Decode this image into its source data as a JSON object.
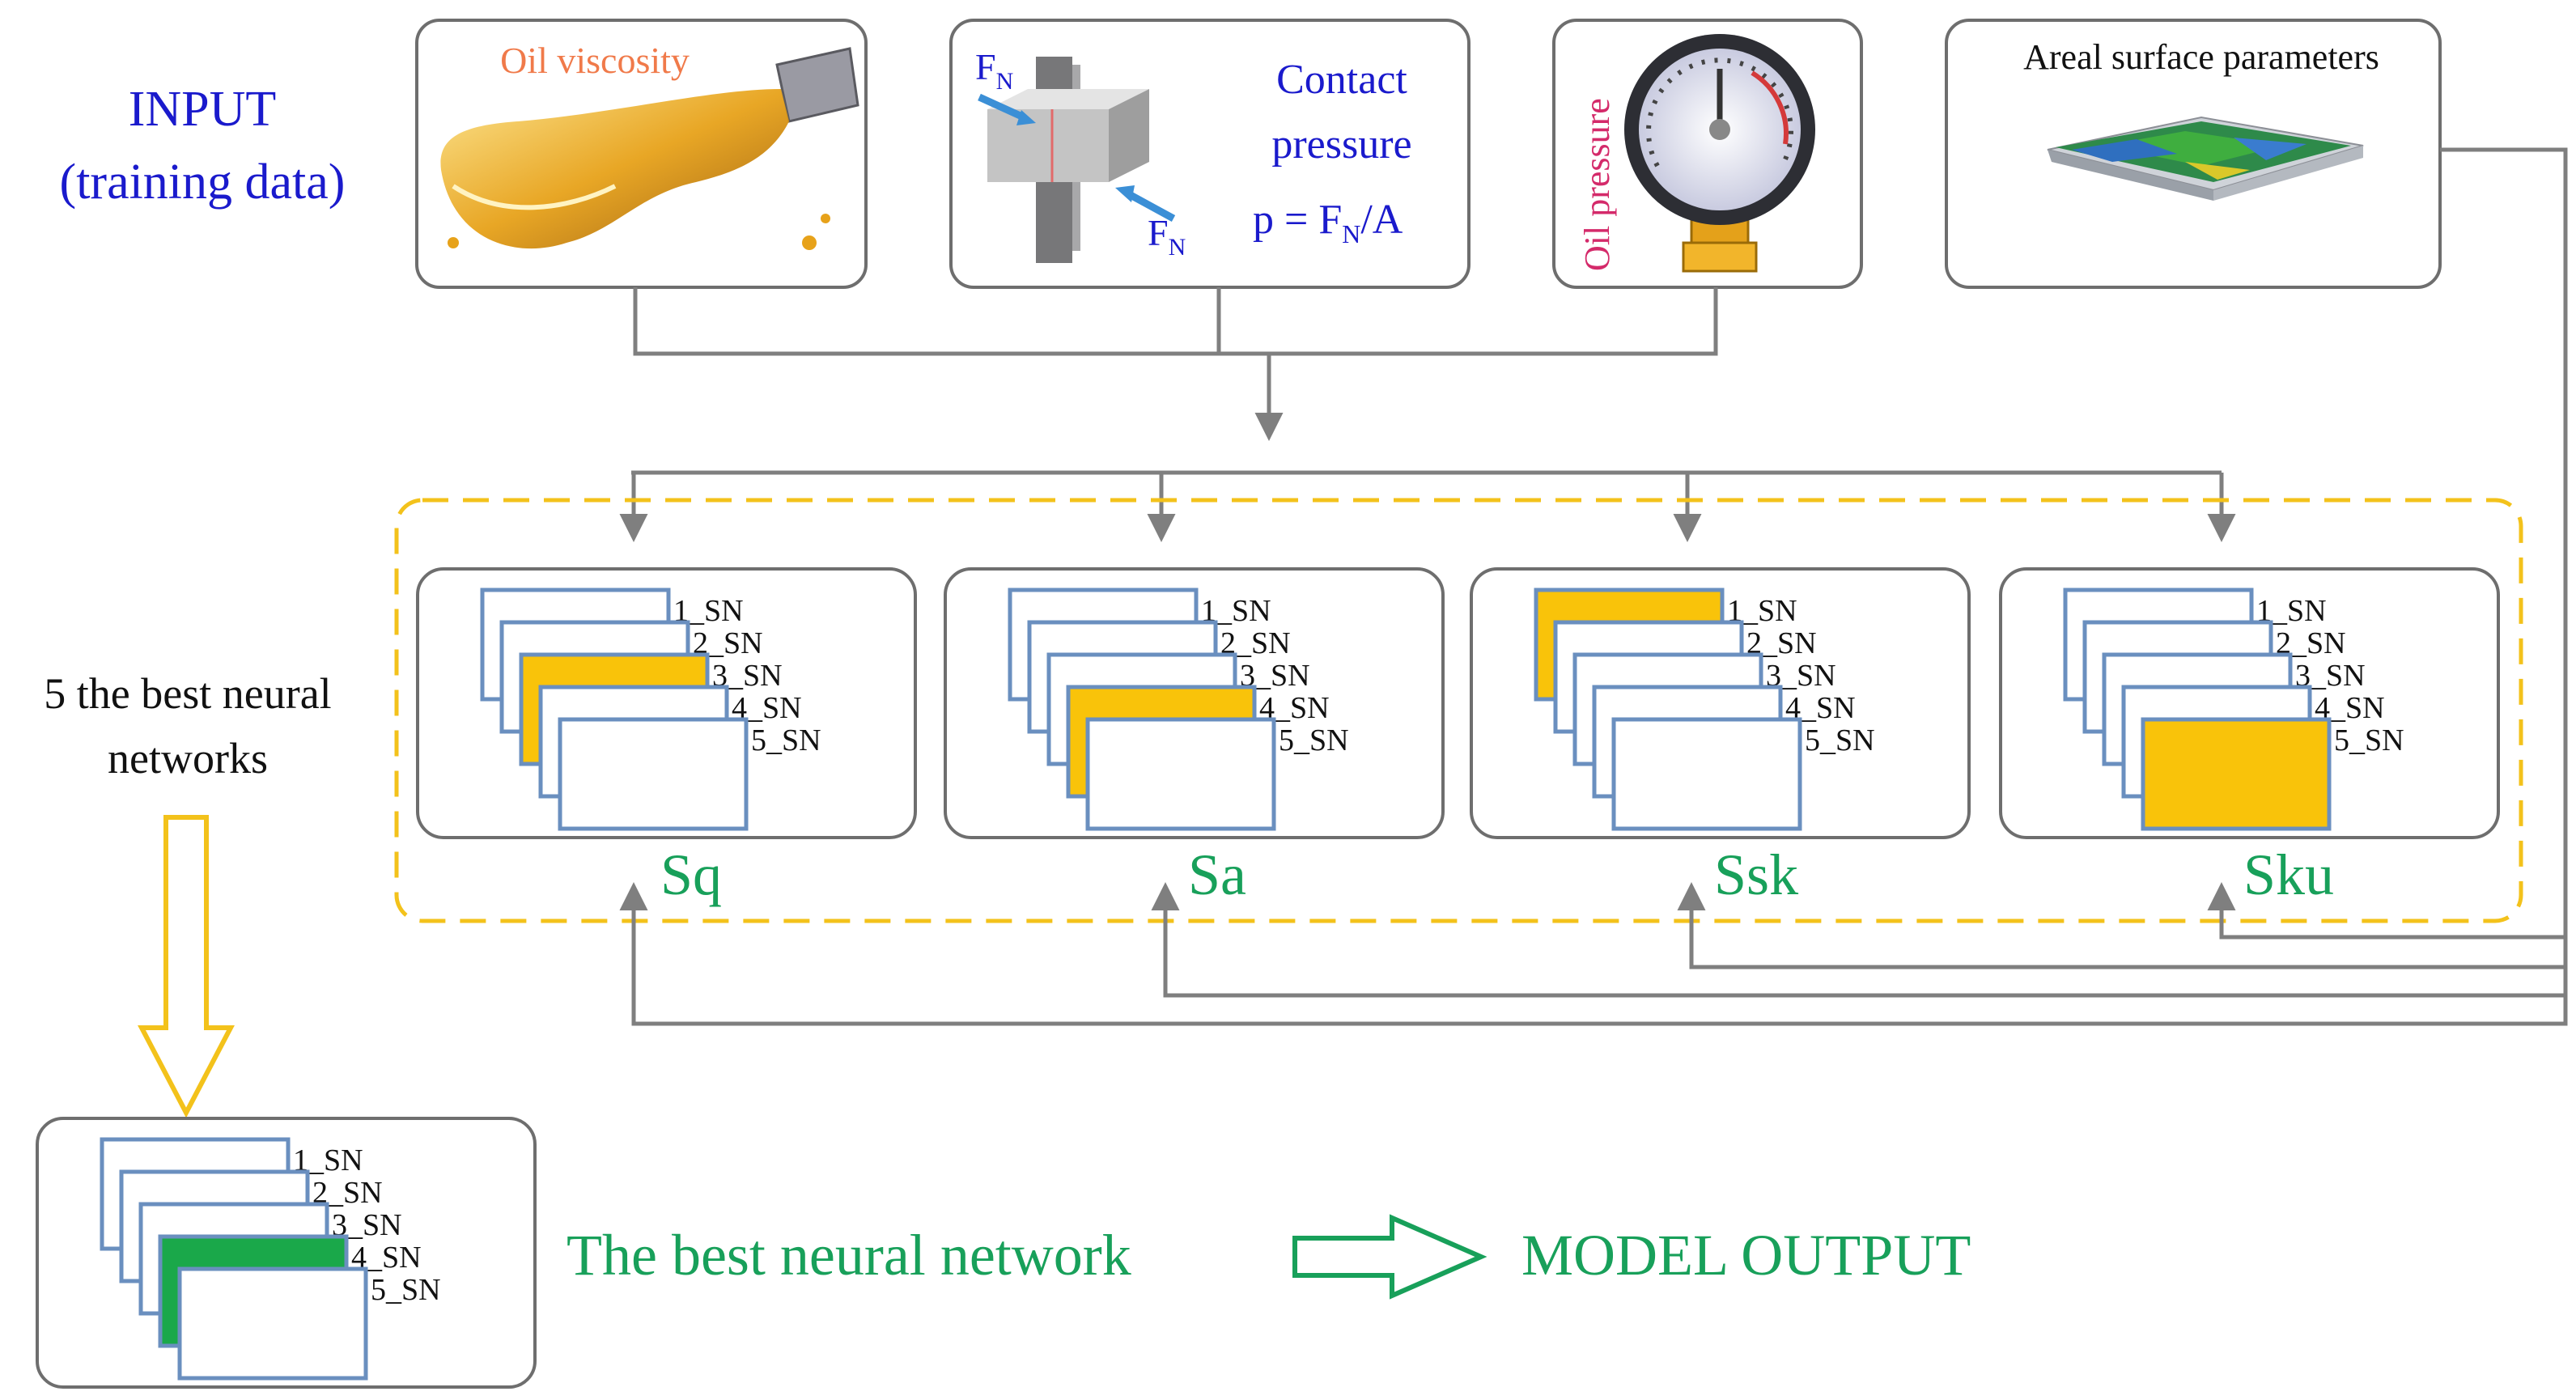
{
  "input_label": {
    "line1": "INPUT",
    "line2": "(training data)"
  },
  "inputs": {
    "oil_viscosity": "Oil viscosity",
    "contact_pressure": {
      "line1": "Contact",
      "line2": "pressure",
      "formula": "p = F",
      "formula_sub": "N",
      "formula_tail": "/A",
      "force": "F",
      "force_sub": "N"
    },
    "oil_pressure": "Oil pressure",
    "areal_surface": "Areal surface parameters"
  },
  "networks_label": {
    "line1": "5 the best neural",
    "line2": "networks"
  },
  "sn_labels": [
    "1_SN",
    "2_SN",
    "3_SN",
    "4_SN",
    "5_SN"
  ],
  "groups": [
    {
      "name": "Sq",
      "highlight": 2
    },
    {
      "name": "Sa",
      "highlight": 3
    },
    {
      "name": "Ssk",
      "highlight": 0
    },
    {
      "name": "Sku",
      "highlight": 4
    }
  ],
  "best": {
    "highlight": 3,
    "label": "The best neural network",
    "output": "MODEL OUTPUT"
  },
  "colors": {
    "blue_text": "#1a1acc",
    "green_text": "#18a05a",
    "highlight": "#f9c30a",
    "best_highlight": "#1aa84a",
    "sheet_border": "#6a8fbf",
    "orange_text": "#f07a4a",
    "pink_text": "#d42a6a",
    "dashed": "#f3c21b"
  }
}
